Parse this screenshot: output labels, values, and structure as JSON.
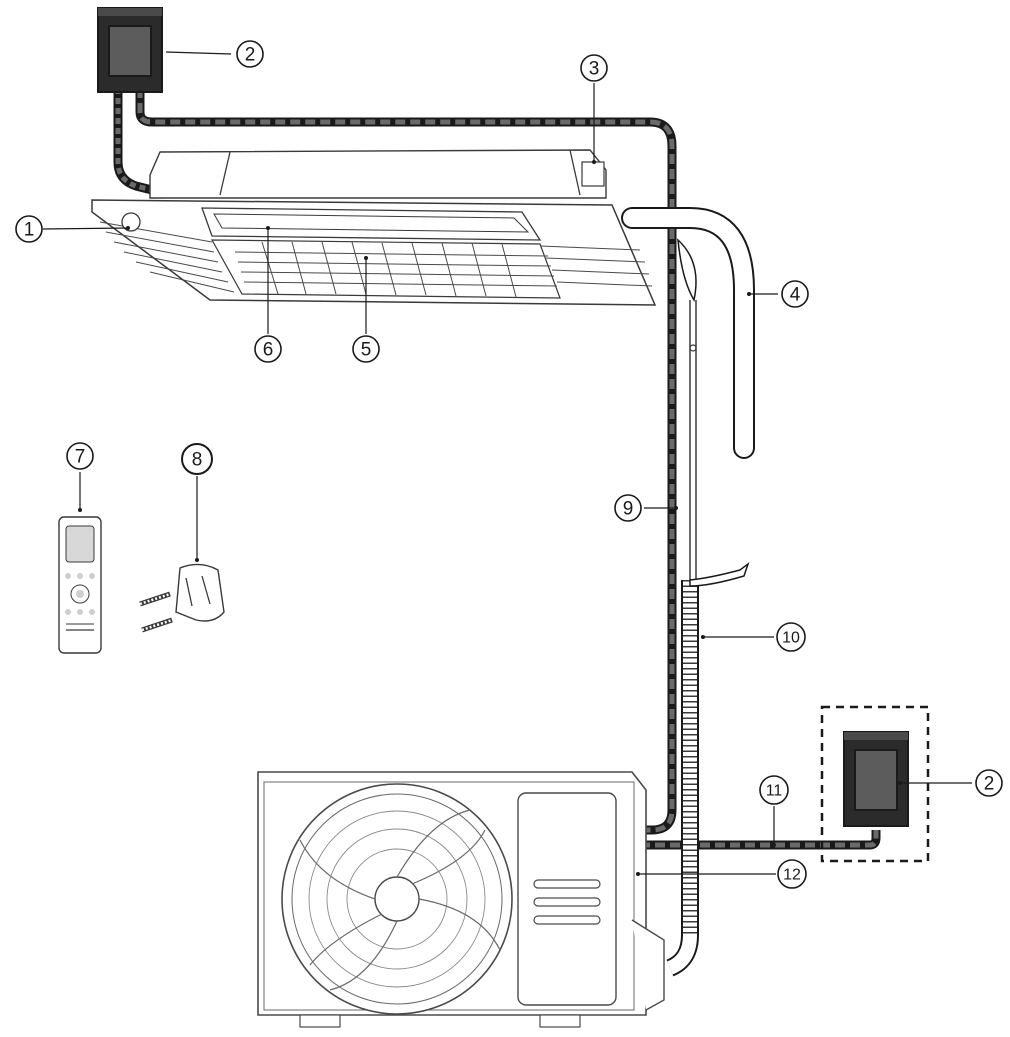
{
  "callouts": [
    {
      "id": "1",
      "label": "1"
    },
    {
      "id": "2a",
      "label": "2"
    },
    {
      "id": "3",
      "label": "3"
    },
    {
      "id": "4",
      "label": "4"
    },
    {
      "id": "5",
      "label": "5"
    },
    {
      "id": "6",
      "label": "6"
    },
    {
      "id": "7",
      "label": "7"
    },
    {
      "id": "8",
      "label": "8"
    },
    {
      "id": "9",
      "label": "9"
    },
    {
      "id": "10",
      "label": "10"
    },
    {
      "id": "11",
      "label": "11"
    },
    {
      "id": "2b",
      "label": "2"
    },
    {
      "id": "12",
      "label": "12"
    }
  ],
  "colors": {
    "line": "#1a1a1a",
    "cable_fill": "#6a6a6a",
    "box_dark": "#2b2b2b",
    "box_inner": "#5c5c5c",
    "unit_outline": "#4a4a4a"
  },
  "icons": [
    "switch-box-icon",
    "indoor-cassette-icon",
    "outdoor-unit-icon",
    "remote-control-icon",
    "remote-holder-icon",
    "screw-icon",
    "drain-hose-icon"
  ]
}
